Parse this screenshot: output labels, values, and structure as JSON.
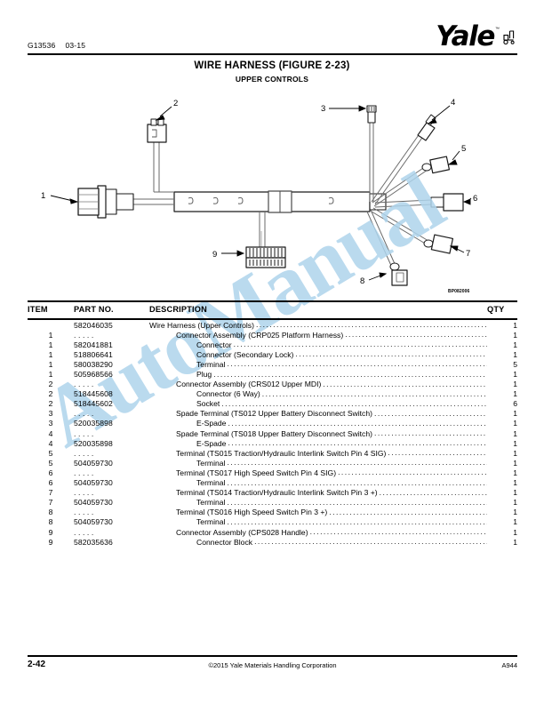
{
  "header": {
    "doc_code": "G13536",
    "doc_date": "03-15",
    "brand": "Yale",
    "brand_tm": "™",
    "logo_icon": "forklift-icon"
  },
  "title": {
    "main": "WIRE HARNESS (FIGURE 2-23)",
    "sub": "UPPER CONTROLS"
  },
  "figure": {
    "drawing_code": "BP082006",
    "callouts": [
      "1",
      "2",
      "3",
      "4",
      "5",
      "6",
      "7",
      "8",
      "9"
    ]
  },
  "watermark": {
    "text": "AutoManual",
    "color": "#aed4ec"
  },
  "table": {
    "headers": {
      "item": "ITEM",
      "part_no": "PART NO.",
      "description": "DESCRIPTION",
      "qty": "QTY"
    },
    "dots_placeholder": ". . . . .",
    "rows": [
      {
        "item": "",
        "part": "582046035",
        "desc": "Wire Harness (Upper Controls)",
        "level": 0,
        "qty": "1"
      },
      {
        "item": "1",
        "part": ". . . . .",
        "desc": "Connector Assembly (CRP025 Platform Harness)",
        "level": 1,
        "qty": "1"
      },
      {
        "item": "1",
        "part": "582041881",
        "desc": "Connector",
        "level": 2,
        "qty": "1"
      },
      {
        "item": "1",
        "part": "518806641",
        "desc": "Connector (Secondary Lock)",
        "level": 2,
        "qty": "1"
      },
      {
        "item": "1",
        "part": "580038290",
        "desc": "Terminal",
        "level": 2,
        "qty": "5"
      },
      {
        "item": "1",
        "part": "505968566",
        "desc": "Plug",
        "level": 2,
        "qty": "1"
      },
      {
        "item": "2",
        "part": ". . . . .",
        "desc": "Connector Assembly (CRS012 Upper MDI)",
        "level": 1,
        "qty": "1"
      },
      {
        "item": "2",
        "part": "518445608",
        "desc": "Connector (6 Way)",
        "level": 2,
        "qty": "1"
      },
      {
        "item": "2",
        "part": "518445602",
        "desc": "Socket",
        "level": 2,
        "qty": "6"
      },
      {
        "item": "3",
        "part": ". . . . .",
        "desc": "Spade Terminal (TS012 Upper Battery Disconnect Switch)",
        "level": 1,
        "qty": "1"
      },
      {
        "item": "3",
        "part": "520035898",
        "desc": "E-Spade",
        "level": 2,
        "qty": "1"
      },
      {
        "item": "4",
        "part": ". . . . .",
        "desc": "Spade Terminal (TS018 Upper Battery Disconnect Switch)",
        "level": 1,
        "qty": "1"
      },
      {
        "item": "4",
        "part": "520035898",
        "desc": "E-Spade",
        "level": 2,
        "qty": "1"
      },
      {
        "item": "5",
        "part": ". . . . .",
        "desc": "Terminal (TS015 Traction/Hydraulic Interlink Switch Pin 4 SIG)",
        "level": 1,
        "qty": "1"
      },
      {
        "item": "5",
        "part": "504059730",
        "desc": "Terminal",
        "level": 2,
        "qty": "1"
      },
      {
        "item": "6",
        "part": ". . . . .",
        "desc": "Terminal (TS017 High Speed Switch Pin 4 SIG)",
        "level": 1,
        "qty": "1"
      },
      {
        "item": "6",
        "part": "504059730",
        "desc": "Terminal",
        "level": 2,
        "qty": "1"
      },
      {
        "item": "7",
        "part": ". . . . .",
        "desc": "Terminal (TS014 Traction/Hydraulic Interlink Switch Pin 3 +)",
        "level": 1,
        "qty": "1"
      },
      {
        "item": "7",
        "part": "504059730",
        "desc": "Terminal",
        "level": 2,
        "qty": "1"
      },
      {
        "item": "8",
        "part": ". . . . .",
        "desc": "Terminal (TS016 High Speed Switch Pin 3 +)",
        "level": 1,
        "qty": "1"
      },
      {
        "item": "8",
        "part": "504059730",
        "desc": "Terminal",
        "level": 2,
        "qty": "1"
      },
      {
        "item": "9",
        "part": ". . . . .",
        "desc": "Connector Assembly (CPS028 Handle)",
        "level": 1,
        "qty": "1"
      },
      {
        "item": "9",
        "part": "582035636",
        "desc": "Connector Block",
        "level": 2,
        "qty": "1"
      }
    ]
  },
  "footer": {
    "page_number": "2-42",
    "copyright": "©2015 Yale Materials Handling Corporation",
    "code": "A944"
  }
}
